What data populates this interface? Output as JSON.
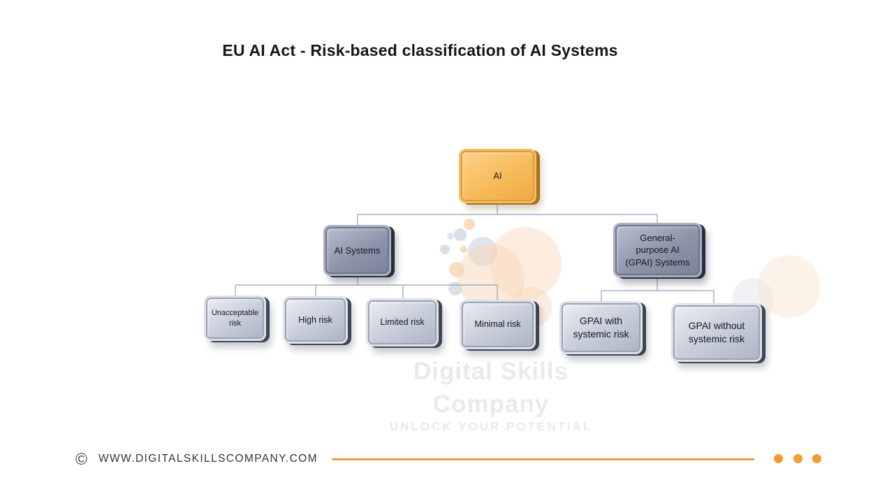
{
  "slide": {
    "title": "EU AI Act - Risk-based classification of AI Systems"
  },
  "diagram": {
    "type": "org-tree",
    "nodes": {
      "ai": {
        "label": "AI"
      },
      "ai_systems": {
        "label": "AI Systems"
      },
      "gpai": {
        "label": "General-\npurpose AI\n(GPAI) Systems"
      },
      "unacceptable": {
        "label": "Unacceptable\nrisk"
      },
      "high": {
        "label": "High risk"
      },
      "limited": {
        "label": "Limited risk"
      },
      "minimal": {
        "label": "Minimal risk"
      },
      "gpai_with": {
        "label": "GPAI with\nsystemic risk"
      },
      "gpai_without": {
        "label": "GPAI without\nsystemic risk"
      }
    },
    "edges": [
      {
        "from": "ai",
        "to": "ai_systems"
      },
      {
        "from": "ai",
        "to": "gpai"
      },
      {
        "from": "ai_systems",
        "to": "unacceptable"
      },
      {
        "from": "ai_systems",
        "to": "high"
      },
      {
        "from": "ai_systems",
        "to": "limited"
      },
      {
        "from": "ai_systems",
        "to": "minimal"
      },
      {
        "from": "gpai",
        "to": "gpai_with"
      },
      {
        "from": "gpai",
        "to": "gpai_without"
      }
    ]
  },
  "watermark": {
    "line1": "Digital Skills",
    "line2": "Company",
    "tagline": "UNLOCK YOUR POTENTIAL"
  },
  "footer": {
    "copyright_symbol": "©",
    "website": "WWW.DIGITALSKILLSCOMPANY.COM"
  },
  "colors": {
    "accent_orange": "#F09A3E",
    "node_orange": "#F6B857",
    "node_slate": "#8D94A9",
    "node_silver": "#C6CCD8",
    "connector": "#93A2BA",
    "title_text": "#14161A",
    "footer_text": "#2F343B"
  }
}
